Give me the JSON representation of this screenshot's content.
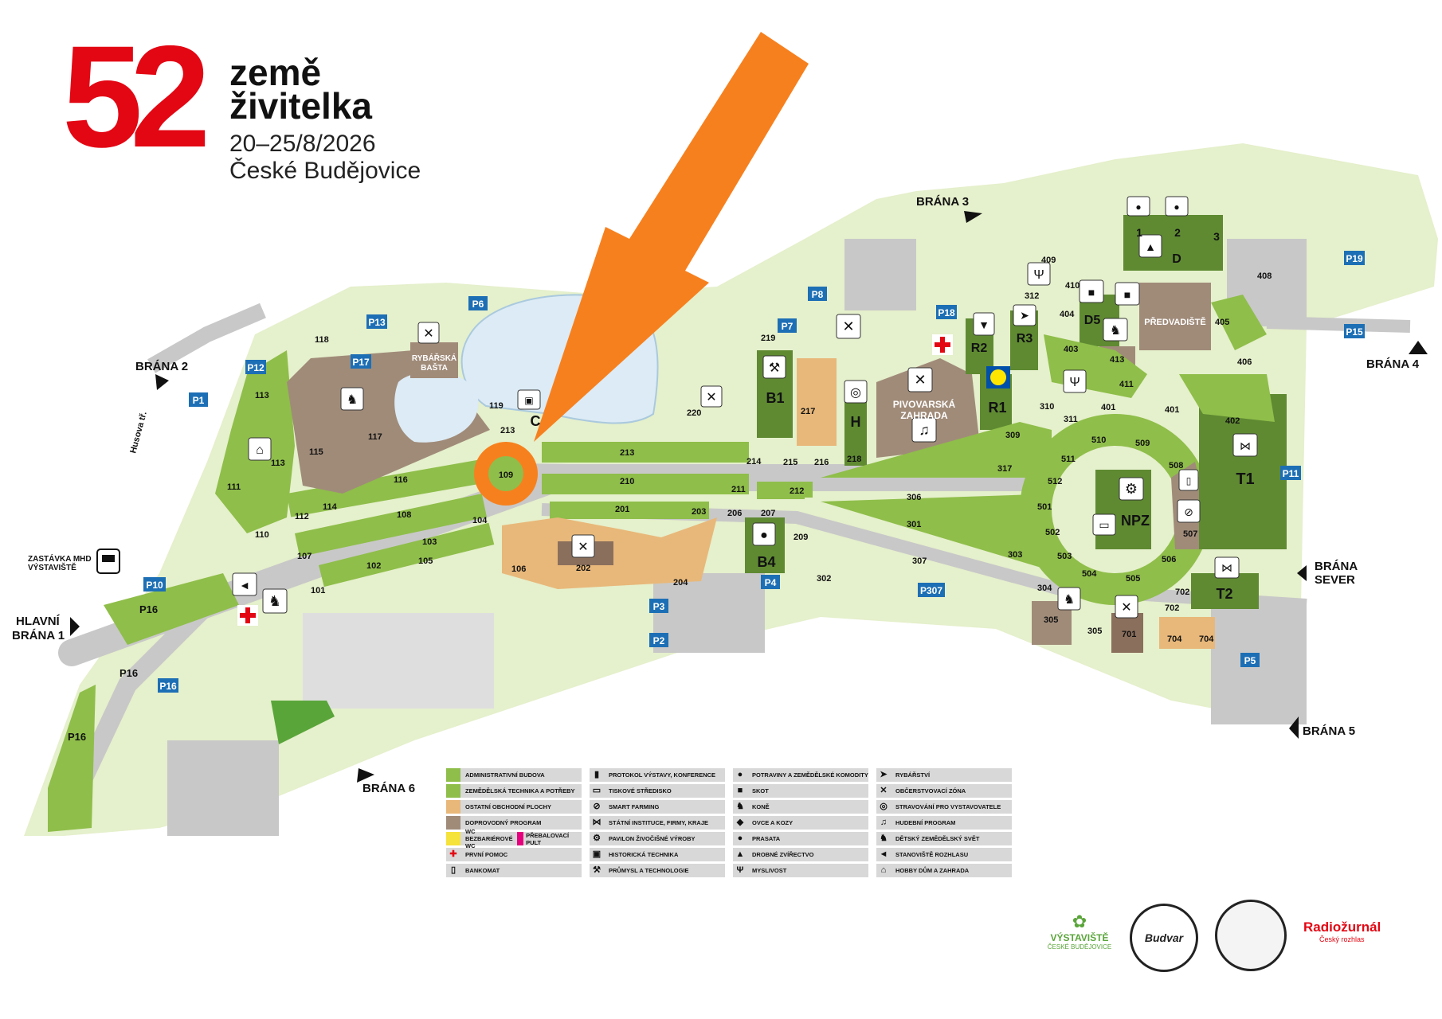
{
  "header": {
    "number": "52",
    "title_line1": "země",
    "title_line2": "živitelka",
    "dates": "20–25/8/2026",
    "city": "České Budějovice"
  },
  "colors": {
    "agri_green": "#8fbe4a",
    "dark_green": "#5f8a32",
    "light_green": "#e5f0cc",
    "road": "#c8c8c8",
    "brown": "#a08b79",
    "orange_tan": "#e8b87a",
    "brand_red": "#e30613",
    "arrow_orange": "#f7801e",
    "parking_blue": "#1d6fb5",
    "water": "#dcebf5"
  },
  "gates": {
    "g1": "HLAVNÍ",
    "g1b": "BRÁNA 1",
    "g2": "BRÁNA 2",
    "g3": "BRÁNA 3",
    "g4": "BRÁNA 4",
    "g5": "BRÁNA 5",
    "g6": "BRÁNA 6",
    "sever": "BRÁNA",
    "sever2": "SEVER"
  },
  "places": {
    "mhd1": "ZASTÁVKA MHD",
    "mhd2": "VÝSTAVIŠTĚ",
    "husova": "Husova tř.",
    "rybarska1": "RYBÁŘSKÁ",
    "rybarska2": "BAŠTA",
    "pivovarska1": "PIVOVARSKÁ",
    "pivovarska2": "ZAHRADA",
    "predvadiste": "PŘEDVADIŠTĚ"
  },
  "parking": {
    "p1": "P1",
    "p2": "P2",
    "p3": "P3",
    "p4": "P4",
    "p5": "P5",
    "p6": "P6",
    "p7": "P7",
    "p8": "P8",
    "p10": "P10",
    "p11": "P11",
    "p12": "P12",
    "p13": "P13",
    "p15": "P15",
    "p16a": "P16",
    "p16b": "P16",
    "p16c": "P16",
    "p16d": "P16",
    "p17": "P17",
    "p18": "P18",
    "p19": "P19",
    "p307": "P307"
  },
  "halls": {
    "b1": "B1",
    "b4": "B4",
    "c": "C",
    "h": "H",
    "r1": "R1",
    "r2": "R2",
    "r3": "R3",
    "d": "D",
    "d5": "D5",
    "t1": "T1",
    "t2": "T2",
    "npz": "NPZ",
    "s1": "1",
    "s2": "2",
    "s3": "3"
  },
  "plots": {
    "n101": "101",
    "n102": "102",
    "n103": "103",
    "n104": "104",
    "n105": "105",
    "n106": "106",
    "n107": "107",
    "n108": "108",
    "n109": "109",
    "n110": "110",
    "n111": "111",
    "n112": "112",
    "n113": "113",
    "n113b": "113",
    "n114": "114",
    "n115": "115",
    "n116": "116",
    "n117": "117",
    "n118": "118",
    "n119": "119",
    "n201": "201",
    "n202": "202",
    "n203": "203",
    "n204": "204",
    "n206": "206",
    "n207": "207",
    "n209": "209",
    "n210": "210",
    "n211": "211",
    "n212": "212",
    "n213": "213",
    "n213b": "213",
    "n214": "214",
    "n215": "215",
    "n216": "216",
    "n217": "217",
    "n218": "218",
    "n219": "219",
    "n220": "220",
    "n301": "301",
    "n302": "302",
    "n303": "303",
    "n304": "304",
    "n305": "305",
    "n305b": "305",
    "n306": "306",
    "n307": "307",
    "n309": "309",
    "n310": "310",
    "n311": "311",
    "n312": "312",
    "n317": "317",
    "n401": "401",
    "n401b": "401",
    "n402": "402",
    "n403": "403",
    "n404": "404",
    "n405": "405",
    "n406": "406",
    "n408": "408",
    "n409": "409",
    "n410": "410",
    "n411": "411",
    "n413": "413",
    "n501": "501",
    "n502": "502",
    "n503": "503",
    "n504": "504",
    "n505": "505",
    "n506": "506",
    "n507": "507",
    "n508": "508",
    "n509": "509",
    "n510": "510",
    "n511": "511",
    "n512": "512",
    "n701": "701",
    "n702": "702",
    "n702b": "702",
    "n704": "704",
    "n704b": "704"
  },
  "legend": {
    "col1": [
      {
        "label": "ADMINISTRATIVNÍ BUDOVA",
        "color": "#8fbe4a",
        "icon": "plant-icon"
      },
      {
        "label": "ZEMĚDĚLSKÁ TECHNIKA A POTŘEBY",
        "color": "#8fbe4a",
        "icon": ""
      },
      {
        "label": "OSTATNÍ OBCHODNÍ PLOCHY",
        "color": "#e8b87a",
        "icon": ""
      },
      {
        "label": "DOPROVODNÝ PROGRAM",
        "color": "#a08b79",
        "icon": ""
      },
      {
        "label": "WC BEZBARIÉROVÉ WC",
        "color": "#f5e23a",
        "icon": "wc-icon"
      },
      {
        "label": "PRVNÍ POMOC",
        "color": "",
        "icon": "first-aid-icon"
      },
      {
        "label": "BANKOMAT",
        "color": "",
        "icon": "atm-icon"
      }
    ],
    "changing": "PŘEBALOVACÍ PULT",
    "col2": [
      {
        "label": "PROTOKOL VÝSTAVY, KONFERENCE",
        "icon": "protocol-icon"
      },
      {
        "label": "TISKOVÉ STŘEDISKO",
        "icon": "press-icon"
      },
      {
        "label": "SMART FARMING",
        "icon": "smart-farming-icon"
      },
      {
        "label": "STÁTNÍ INSTITUCE, FIRMY, KRAJE",
        "icon": "handshake-icon"
      },
      {
        "label": "PAVILON ŽIVOČIŠNÉ VÝROBY",
        "icon": "gear-icon"
      },
      {
        "label": "HISTORICKÁ TECHNIKA",
        "icon": "tractor-icon"
      },
      {
        "label": "PRŮMYSL A TECHNOLOGIE",
        "icon": "wrench-icon"
      }
    ],
    "col3": [
      {
        "label": "POTRAVINY A ZEMĚDĚLSKÉ KOMODITY",
        "icon": "apple-icon"
      },
      {
        "label": "SKOT",
        "icon": "cow-icon"
      },
      {
        "label": "KONĚ",
        "icon": "horse-icon"
      },
      {
        "label": "OVCE A KOZY",
        "icon": "sheep-icon"
      },
      {
        "label": "PRASATA",
        "icon": "pig-icon"
      },
      {
        "label": "DROBNÉ ZVÍŘECTVO",
        "icon": "hen-icon"
      },
      {
        "label": "MYSLIVOST",
        "icon": "deer-icon"
      }
    ],
    "col4": [
      {
        "label": "RYBÁŘSTVÍ",
        "icon": "fish-icon"
      },
      {
        "label": "OBČERSTVOVACÍ ZÓNA",
        "icon": "fork-knife-icon"
      },
      {
        "label": "STRAVOVÁNÍ PRO VYSTAVOVATELE",
        "icon": "plate-icon"
      },
      {
        "label": "HUDEBNÍ PROGRAM",
        "icon": "music-icon"
      },
      {
        "label": "DĚTSKÝ ZEMĚDĚLSKÝ SVĚT",
        "icon": "rocking-horse-icon"
      },
      {
        "label": "STANOVIŠTĚ ROZHLASU",
        "icon": "megaphone-icon"
      },
      {
        "label": "HOBBY DŮM A ZAHRADA",
        "icon": "house-icon"
      }
    ]
  },
  "sponsors": {
    "vystaviste": "VÝSTAVIŠTĚ",
    "vystaviste_sub": "ČESKÉ BUDĚJOVICE",
    "budvar": "Budvar",
    "radio": "Radiožurnál",
    "radio_sub": "Český rozhlas"
  }
}
